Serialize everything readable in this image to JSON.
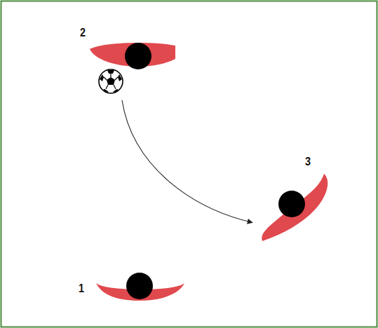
{
  "diagram": {
    "nodes": [
      {
        "text": [
          "2"
        ]
      },
      {
        "text": [
          "3"
        ]
      },
      {
        "text": [
          "1"
        ]
      }
    ],
    "edges": [
      {
        "from": 0,
        "to": 1,
        "arrow": "to"
      }
    ]
  }
}
